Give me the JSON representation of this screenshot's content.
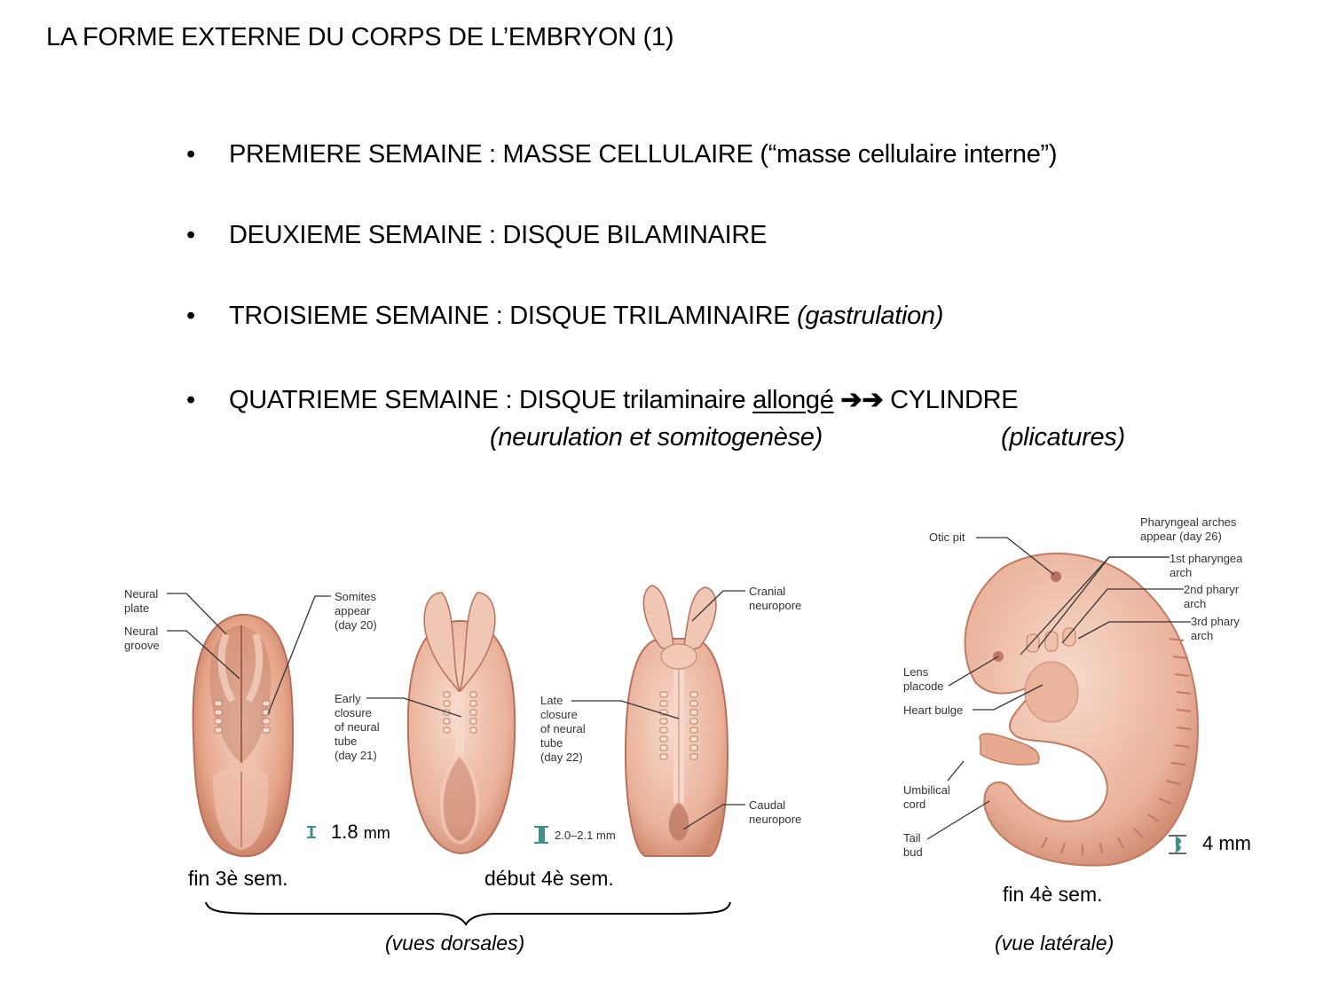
{
  "slide": {
    "title": "LA FORME EXTERNE DU CORPS DE L’EMBRYON (1)",
    "bullets": [
      {
        "main": "PREMIERE SEMAINE : MASSE CELLULAIRE (“masse cellulaire interne”)"
      },
      {
        "main": "DEUXIEME SEMAINE : DISQUE BILAMINAIRE"
      },
      {
        "main": "TROISIEME SEMAINE : DISQUE TRILAMINAIRE ",
        "italic": "(gastrulation)"
      },
      {
        "main": "QUATRIEME SEMAINE : DISQUE trilaminaire ",
        "underlined": "allongé",
        "arrows": "➔➔",
        "end": "CYLINDRE",
        "sub_left": "(neurulation et somitogenèse)",
        "sub_right": "(plicatures)"
      }
    ],
    "bullet_symbol": "•"
  },
  "figures": {
    "dorsal": {
      "labels": {
        "neural_plate": "Neural\nplate",
        "neural_groove": "Neural\ngroove",
        "somites": "Somites\nappear\n(day 20)",
        "early_closure": "Early\nclosure\nof neural\ntube\n(day 21)",
        "late_closure": "Late\nclosure\nof neural\ntube\n(day 22)",
        "cranial_neuropore": "Cranial\nneuropore",
        "caudal_neuropore": "Caudal\nneuropore"
      },
      "scale1_value": "1.8",
      "scale1_unit": "mm",
      "scale2": "2.0–2.1 mm",
      "caption_left": "fin 3è sem.",
      "caption_right": "début 4è sem.",
      "view": "(vues dorsales)"
    },
    "lateral": {
      "labels": {
        "otic_pit": "Otic pit",
        "pharyngeal_arches": "Pharyngeal arches\nappear (day 26)",
        "arch1": "1st pharyngea\narch",
        "arch2": "2nd pharyr\narch",
        "arch3": "3rd phary\narch",
        "lens_placode": "Lens\nplacode",
        "heart_bulge": "Heart bulge",
        "umbilical_cord": "Umbilical\ncord",
        "tail_bud": "Tail\nbud"
      },
      "scale": "4 mm",
      "caption": "fin 4è sem.",
      "view": "(vue latérale)"
    }
  },
  "colors": {
    "embryo_fill": "#e9a98f",
    "embryo_dark": "#b86a52",
    "embryo_light": "#f6d3c3",
    "scale_teal": "#3f8f8a"
  }
}
